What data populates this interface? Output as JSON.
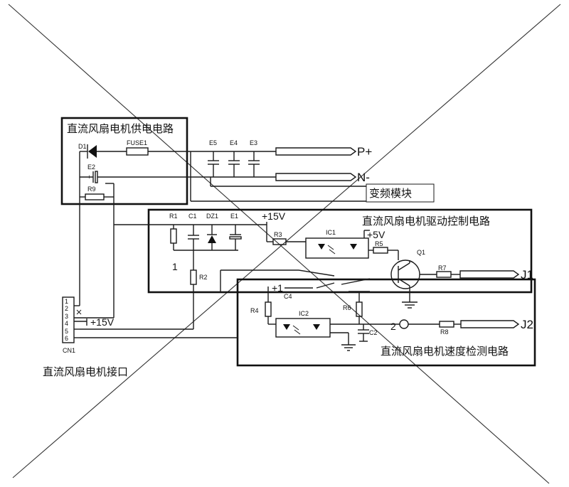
{
  "blocks": {
    "power_supply": "直流风扇电机供电电路",
    "drive_control": "直流风扇电机驱动控制电路",
    "speed_detect": "直流风扇电机速度检测电路",
    "motor_connector": "直流风扇电机接口",
    "inverter_module": "变频模块"
  },
  "components": {
    "d1": "D1",
    "fuse1": "FUSE1",
    "e2": "E2",
    "r9": "R9",
    "e5": "E5",
    "e4": "E4",
    "e3": "E3",
    "r1": "R1",
    "c1": "C1",
    "dz1": "DZ1",
    "e1": "E1",
    "r2": "R2",
    "r3": "R3",
    "ic1": "IC1",
    "r5": "R5",
    "q1": "Q1",
    "r7": "R7",
    "r4": "R4",
    "ic2": "IC2",
    "r6": "R6",
    "c2": "C2",
    "r8": "R8",
    "cn1": "CN1",
    "c4": "C4"
  },
  "nets": {
    "p_plus": "P+",
    "n_minus": "N-",
    "plus15v": "+15V",
    "plus5v": "+5V",
    "plus15v_cn": "+15V",
    "plus1": "+1",
    "node1": "1",
    "node2": "2",
    "j1": "J1",
    "j2": "J2",
    "e2_plus": "+"
  },
  "connector_pins": [
    "1",
    "2",
    "3",
    "4",
    "5",
    "6"
  ]
}
